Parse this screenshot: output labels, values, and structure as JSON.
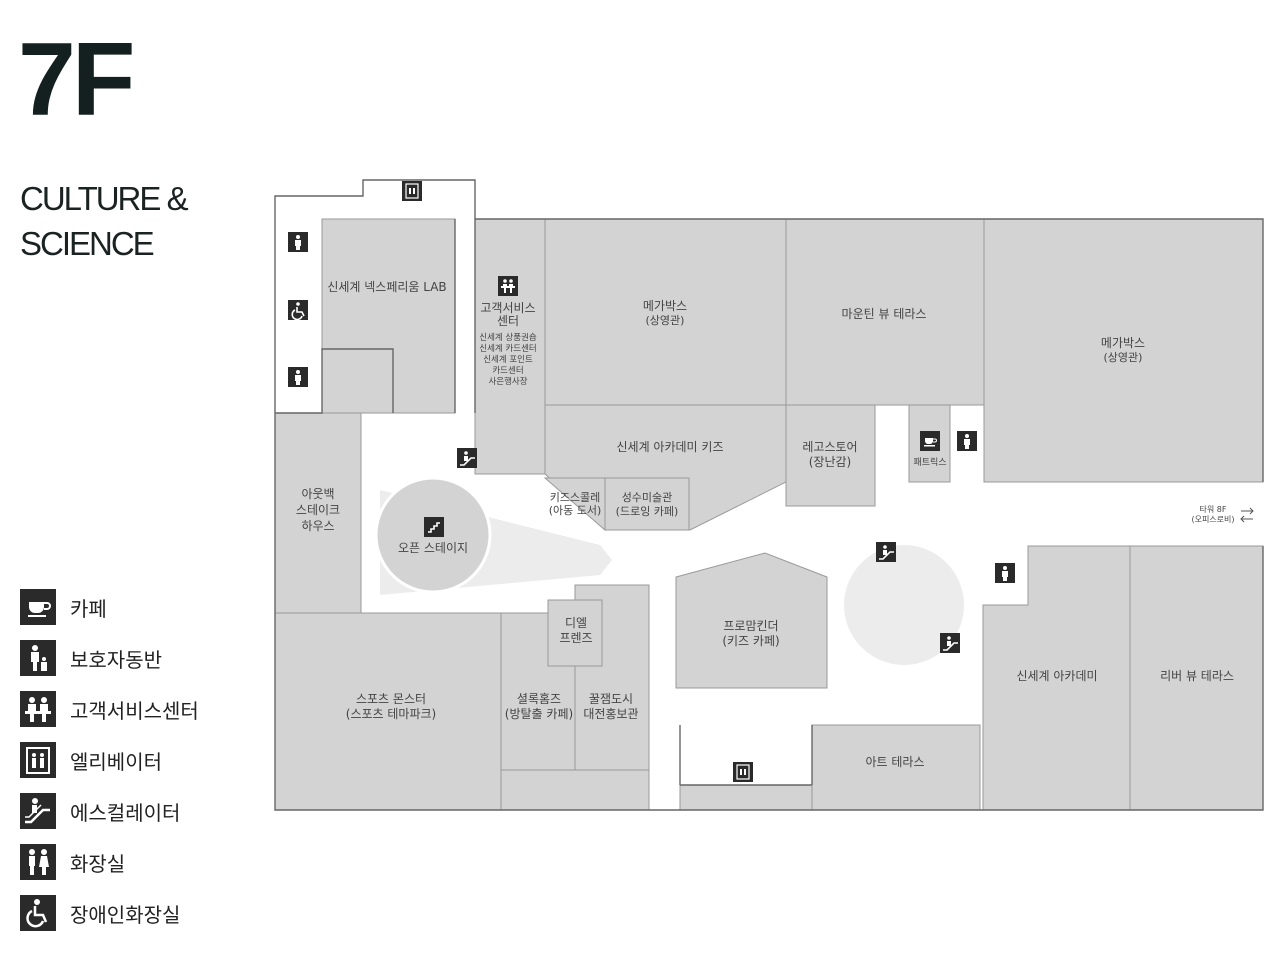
{
  "floor": "7F",
  "category_line1": "CULTURE &",
  "category_line2": "SCIENCE",
  "legend": [
    {
      "icon": "cafe-icon",
      "label": "카페"
    },
    {
      "icon": "nursing-room-icon",
      "label": "보호자동반"
    },
    {
      "icon": "customer-service-icon",
      "label": "고객서비스센터"
    },
    {
      "icon": "elevator-icon",
      "label": "엘리베이터"
    },
    {
      "icon": "escalator-icon",
      "label": "에스컬레이터"
    },
    {
      "icon": "restroom-icon",
      "label": "화장실"
    },
    {
      "icon": "accessible-restroom-icon",
      "label": "장애인화장실"
    }
  ],
  "rooms": {
    "nexperium_lab": "신세계 넥스페리움 LAB",
    "customer_service": [
      "고객서비스",
      "센터"
    ],
    "customer_service_sub": [
      "신세계 상품권숍",
      "신세계 카드센터",
      "신세계 포인트",
      "카드센터",
      "사은행사장"
    ],
    "megabox_1": [
      "메가박스",
      "(상영관)"
    ],
    "mountain_view": "마운틴 뷰 테라스",
    "megabox_2": [
      "메가박스",
      "(상영관)"
    ],
    "academy_kids": "신세계 아카데미 키즈",
    "lego_store": [
      "레고스토어",
      "(장난감)"
    ],
    "patterics": "패트릭스",
    "outback": [
      "아웃백",
      "스테이크",
      "하우스"
    ],
    "kids_school": [
      "키즈스콜레",
      "(아동 도서)"
    ],
    "seongsu_art": [
      "성수미술관",
      "(드로잉 카페)"
    ],
    "open_stage": "오픈 스테이지",
    "tower_8f": [
      "타워 8F",
      "(오피스로비)"
    ],
    "delm_friends": [
      "디엘",
      "프렌즈"
    ],
    "program_kinder": [
      "프로맘킨더",
      "(키즈 카페)"
    ],
    "sports_monster": [
      "스포츠 몬스터",
      "(스포츠 테마파크)"
    ],
    "sherlock": [
      "셜록홈즈",
      "(방탈출 카페)"
    ],
    "kkuljaem": [
      "꿀잼도시",
      "대전홍보관"
    ],
    "academy": "신세계 아카데미",
    "river_view": "리버 뷰 테라스",
    "art_terrace": "아트 테라스"
  }
}
